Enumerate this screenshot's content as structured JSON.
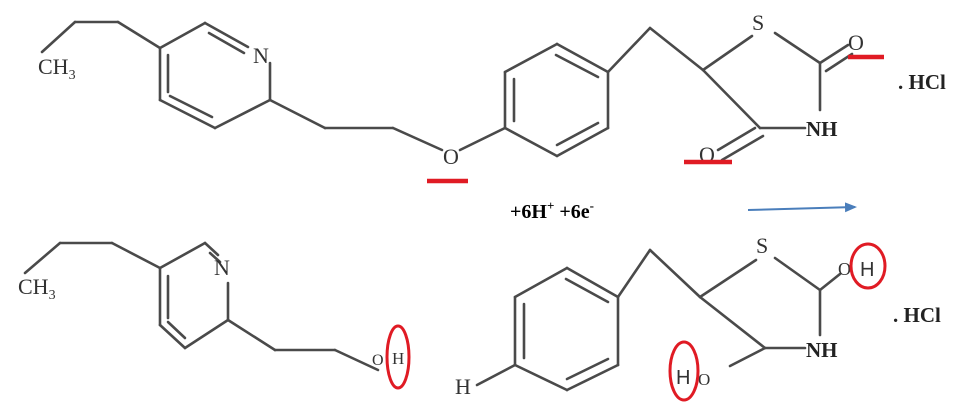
{
  "top_molecule": {
    "ch3": "CH",
    "ch3_sub": "3",
    "n": "N",
    "o_ether": "O",
    "s": "S",
    "o_upper": "O",
    "o_lower": "O",
    "nh": "NH",
    "salt": ". HCl"
  },
  "reaction": {
    "h_coef": "+6H",
    "h_charge": "+",
    "e_coef": " +6e",
    "e_charge": "-"
  },
  "bottom_left": {
    "ch3": "CH",
    "ch3_sub": "3",
    "n": "N",
    "oh_o": "O",
    "oh_h": "H"
  },
  "bottom_right": {
    "h_ring": "H",
    "s": "S",
    "o_upper": "O",
    "h_upper": "H",
    "h_lower": "H",
    "o_lower": "O",
    "nh": "NH",
    "salt": ". HCl"
  },
  "colors": {
    "bond": "#4a4a4a",
    "highlight": "#e01b24",
    "arrow": "#4a7ebb"
  }
}
